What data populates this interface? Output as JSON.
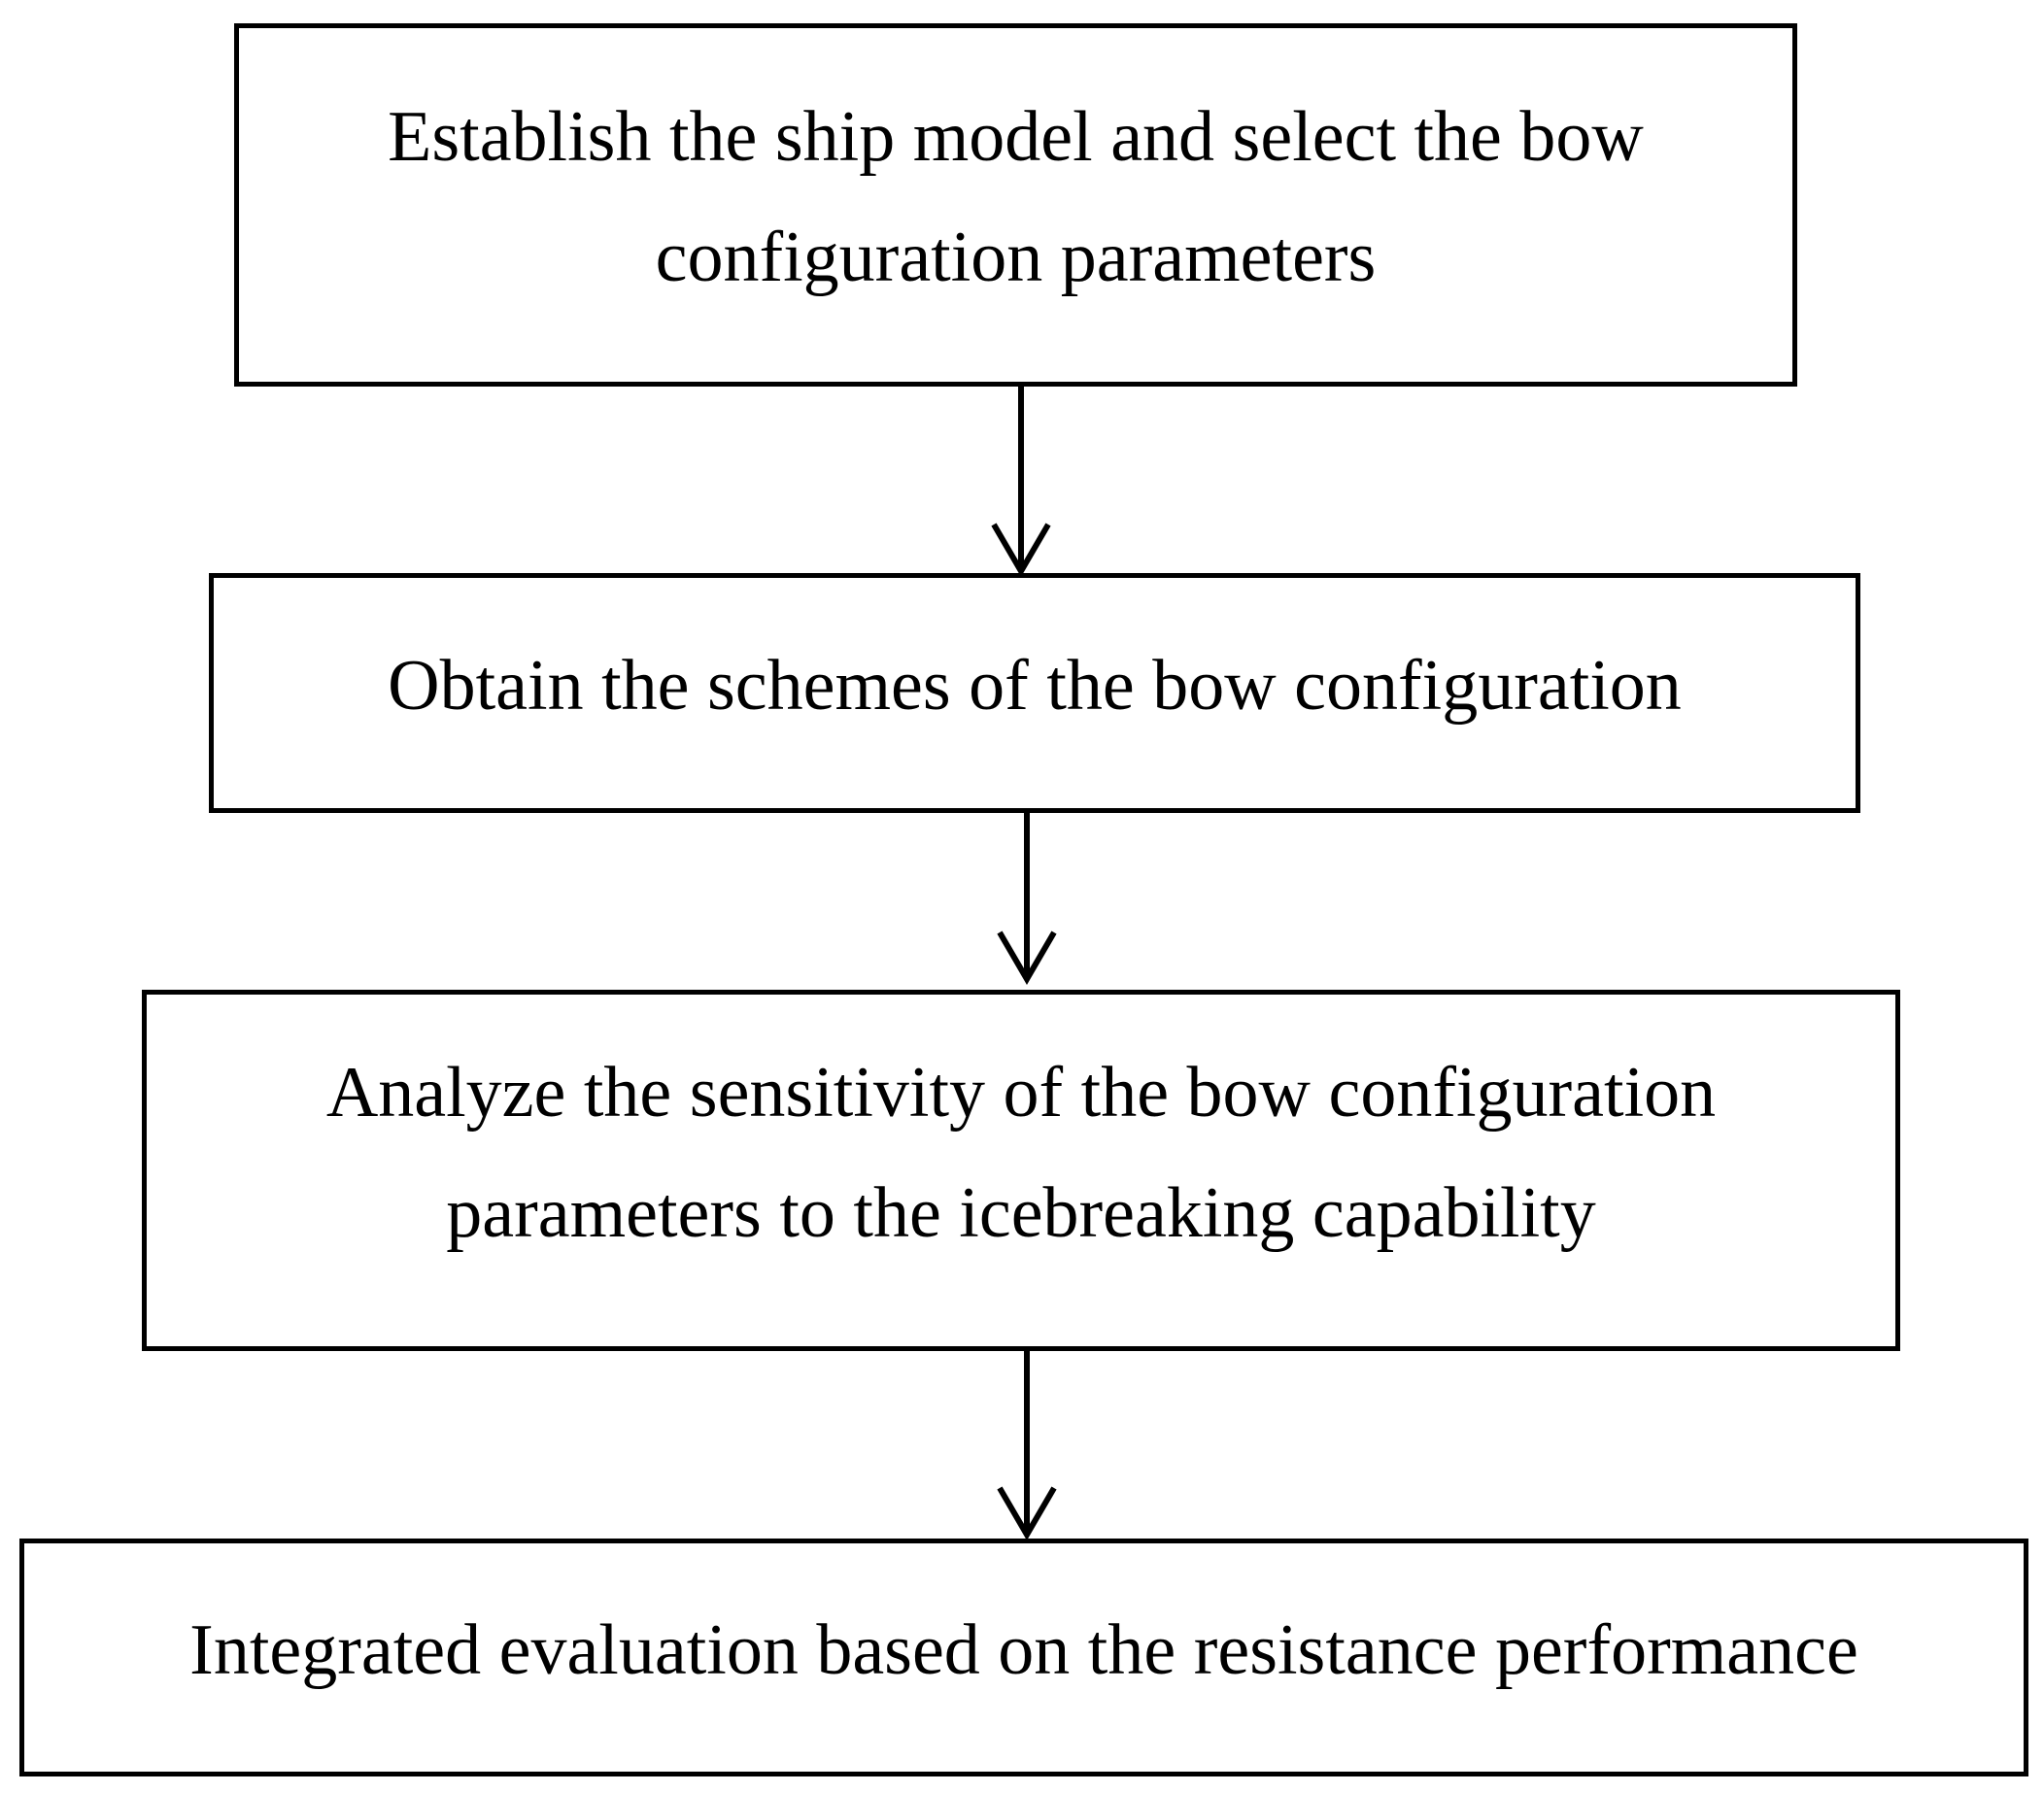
{
  "flowchart": {
    "steps": [
      {
        "lines": [
          "Establish the ship model and select the bow",
          "configuration parameters"
        ]
      },
      {
        "lines": [
          "Obtain the schemes of the bow configuration"
        ]
      },
      {
        "lines": [
          "Analyze the sensitivity of the bow configuration",
          "parameters to the icebreaking capability"
        ]
      },
      {
        "lines": [
          "Integrated evaluation based on the resistance performance"
        ]
      }
    ],
    "colors": {
      "stroke": "#000000",
      "background": "#ffffff",
      "text": "#000000"
    }
  }
}
